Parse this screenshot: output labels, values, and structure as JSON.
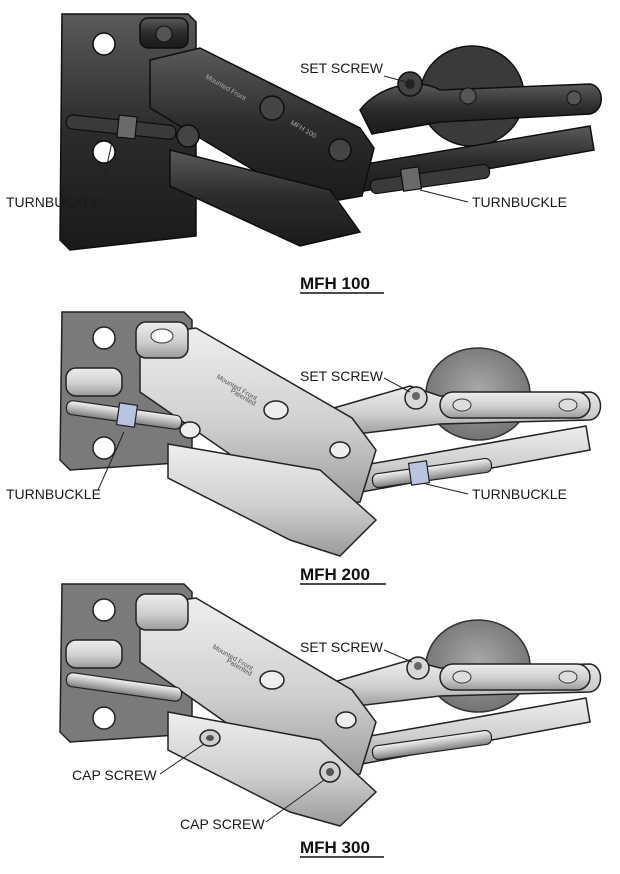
{
  "figure": {
    "panels": [
      {
        "model": "MFH 100",
        "callouts": {
          "set_screw": "SET SCREW",
          "turnbuckle_left": "TURNBUCKLE",
          "turnbuckle_right": "TURNBUCKLE"
        },
        "arm_markings": [
          "Mounted Front",
          "MFH 100"
        ],
        "finish": "black"
      },
      {
        "model": "MFH 200",
        "callouts": {
          "set_screw": "SET SCREW",
          "turnbuckle_left": "TURNBUCKLE",
          "turnbuckle_right": "TURNBUCKLE"
        },
        "arm_markings": [
          "Mounted Front",
          "Patented"
        ],
        "finish": "silver"
      },
      {
        "model": "MFH 300",
        "callouts": {
          "set_screw": "SET SCREW",
          "cap_screw_1": "CAP SCREW",
          "cap_screw_2": "CAP SCREW"
        },
        "arm_markings": [
          "Mounted Front",
          "Patented"
        ],
        "finish": "silver"
      }
    ]
  },
  "colors": {
    "black_finish": "#2b2b2b",
    "black_highlight": "#5a5a5a",
    "silver_finish": "#cfcfcf",
    "silver_shadow": "#9a9a9a",
    "wheel": "#8c8c8c"
  }
}
